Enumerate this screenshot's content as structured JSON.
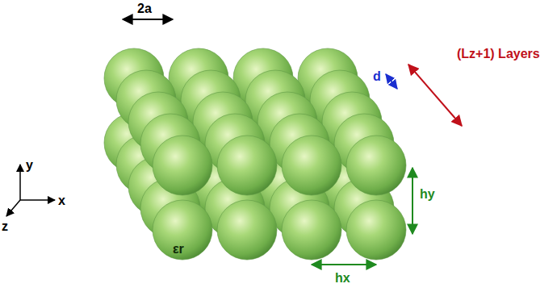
{
  "diagram": {
    "labels": [
      "2a",
      "(Lz+1) Layers",
      "d",
      "hy",
      "hx",
      "εr",
      "y",
      "x",
      "z"
    ]
  }
}
